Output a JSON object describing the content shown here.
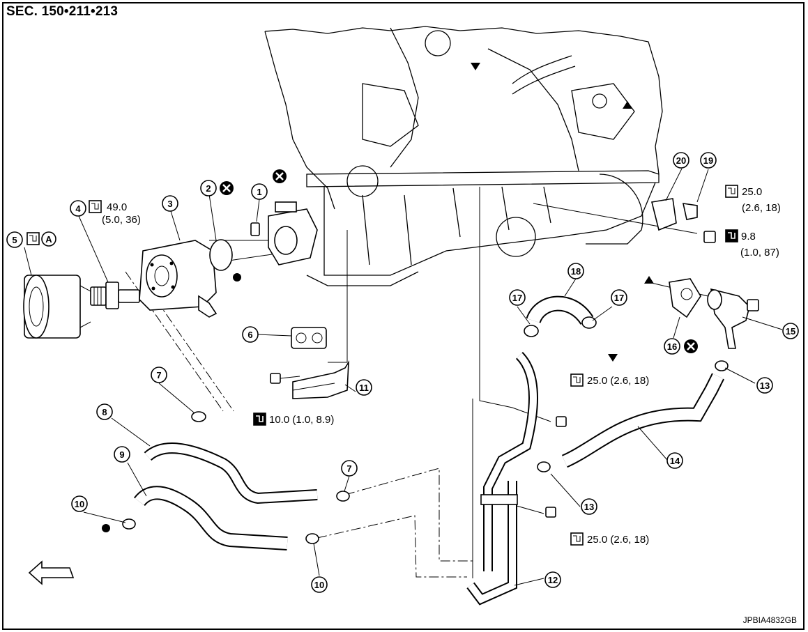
{
  "header": {
    "section": "SEC. 150•211•213"
  },
  "footer": {
    "code": "JPBIA4832GB"
  },
  "callouts": [
    {
      "n": "1",
      "id": "1"
    },
    {
      "n": "2",
      "id": "2"
    },
    {
      "n": "3",
      "id": "3"
    },
    {
      "n": "4",
      "id": "4"
    },
    {
      "n": "5",
      "id": "5"
    },
    {
      "n": "6",
      "id": "6"
    },
    {
      "n": "7",
      "id": "7a"
    },
    {
      "n": "7",
      "id": "7b"
    },
    {
      "n": "8",
      "id": "8"
    },
    {
      "n": "9",
      "id": "9"
    },
    {
      "n": "10",
      "id": "10a"
    },
    {
      "n": "10",
      "id": "10b"
    },
    {
      "n": "11",
      "id": "11"
    },
    {
      "n": "12",
      "id": "12"
    },
    {
      "n": "13",
      "id": "13a"
    },
    {
      "n": "13",
      "id": "13b"
    },
    {
      "n": "14",
      "id": "14"
    },
    {
      "n": "15",
      "id": "15"
    },
    {
      "n": "16",
      "id": "16"
    },
    {
      "n": "17",
      "id": "17a"
    },
    {
      "n": "17",
      "id": "17b"
    },
    {
      "n": "18",
      "id": "18"
    },
    {
      "n": "19",
      "id": "19"
    },
    {
      "n": "20",
      "id": "20"
    }
  ],
  "torque": {
    "t4_line1": "49.0",
    "t4_line2": "(5.0, 36)",
    "t_right_line1": "25.0",
    "t_right_line2": "(2.6, 18)",
    "t_98_line1": "9.8",
    "t_98_line2": "(1.0, 87)",
    "t_mid": "25.0 (2.6, 18)",
    "t_10": "10.0 (1.0, 8.9)",
    "t_bottom": "25.0 (2.6, 18)"
  },
  "symbols": {
    "grease_mark": "A"
  }
}
